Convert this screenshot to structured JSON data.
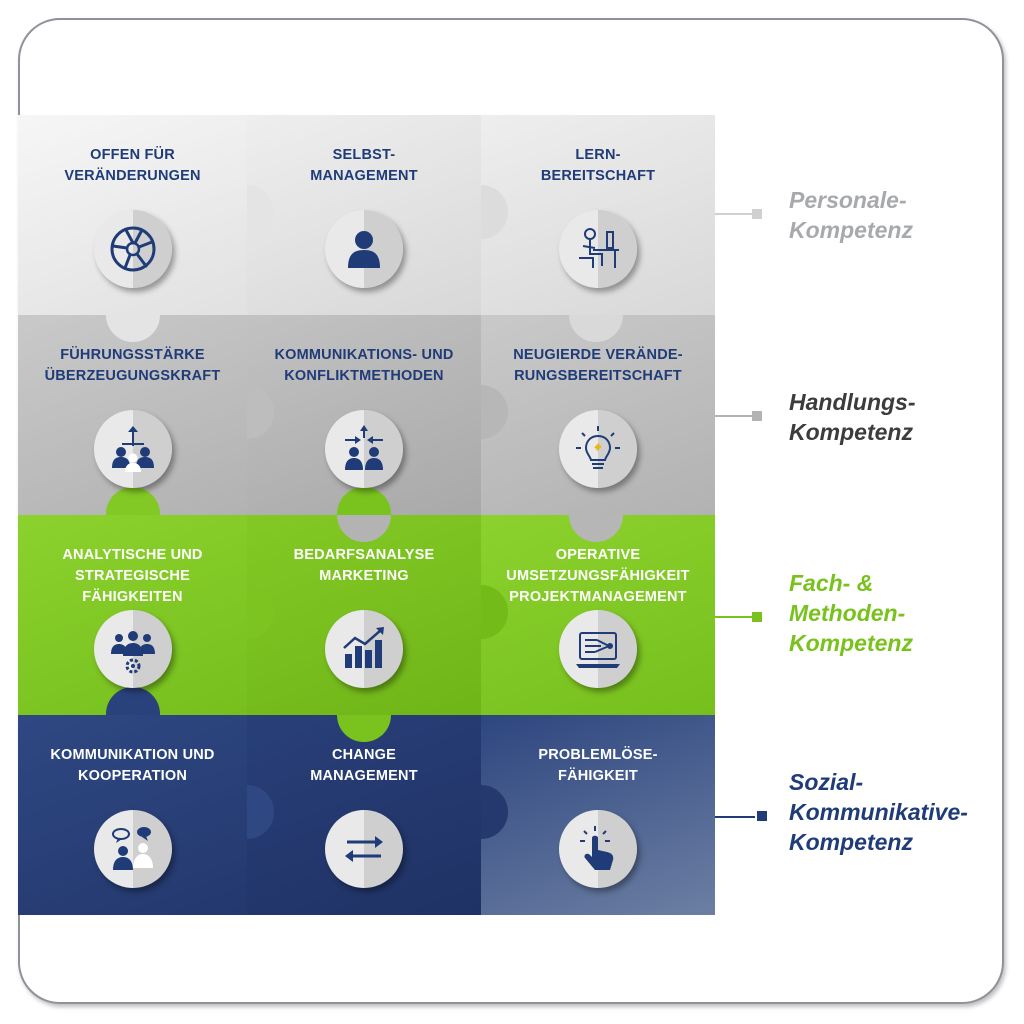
{
  "tiles": [
    [
      {
        "title": "OFFEN FÜR\nVERÄNDERUNGEN",
        "icon": "aperture-icon"
      },
      {
        "title": "SELBST-\nMANAGEMENT",
        "icon": "person-icon"
      },
      {
        "title": "LERN-\nBEREITSCHAFT",
        "icon": "desk-study-icon"
      }
    ],
    [
      {
        "title": "FÜHRUNGSSTÄRKE\nÜBERZEUGUNGSKRAFT",
        "icon": "leader-arrow-icon"
      },
      {
        "title": "KOMMUNIKATIONS- UND\nKONFLIKTMETHODEN",
        "icon": "converging-arrows-people-icon"
      },
      {
        "title": "NEUGIERDE VERÄNDE-\nRUNGSBEREITSCHAFT",
        "icon": "lightbulb-icon"
      }
    ],
    [
      {
        "title": "ANALYTISCHE UND\nSTRATEGISCHE\nFÄHIGKEITEN",
        "icon": "team-gear-icon"
      },
      {
        "title": "BEDARFSANALYSE\nMARKETING",
        "icon": "bar-chart-growth-icon"
      },
      {
        "title": "OPERATIVE\nUMSETZUNGSFÄHIGKEIT\nPROJEKTMANAGEMENT",
        "icon": "laptop-flow-icon"
      }
    ],
    [
      {
        "title": "KOMMUNIKATION UND\nKOOPERATION",
        "icon": "speech-bubbles-people-icon"
      },
      {
        "title": "CHANGE\nMANAGEMENT",
        "icon": "swap-arrows-icon"
      },
      {
        "title": "PROBLEMLÖSE-\nFÄHIGKEIT",
        "icon": "touch-hand-icon"
      }
    ]
  ],
  "legend": [
    {
      "label": "Personale-\nKompetenz",
      "color": "#a7a9ac"
    },
    {
      "label": "Handlungs-\nKompetenz",
      "color": "#3c3c3e"
    },
    {
      "label": "Fach- &\nMethoden-\nKompetenz",
      "color": "#79c21d"
    },
    {
      "label": "Sozial-\nKommunikative-\nKompetenz",
      "color": "#1f3b78"
    }
  ],
  "colors": {
    "navy": "#1f3b78",
    "green": "#79c21d",
    "light_gray": "#e4e4e4",
    "mid_gray": "#b9b9b9"
  }
}
